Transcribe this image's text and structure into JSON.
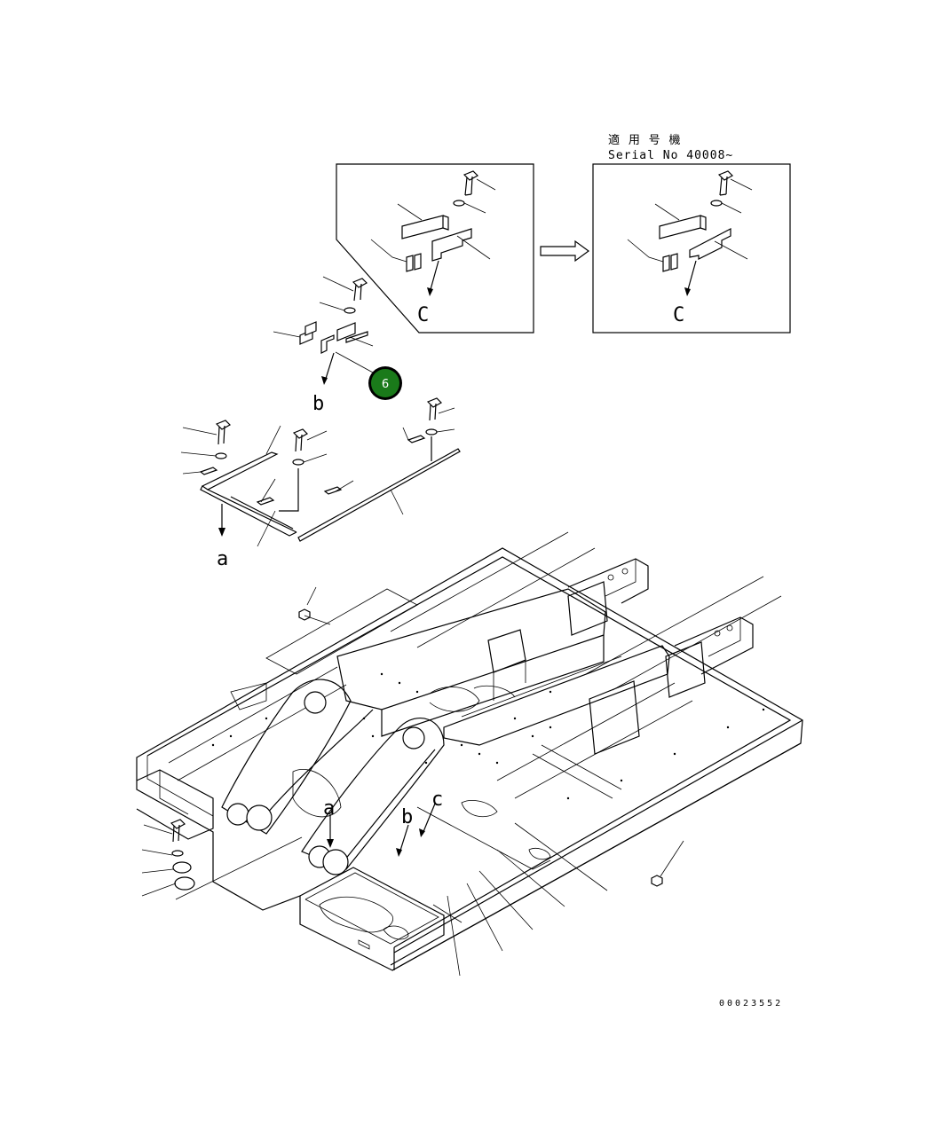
{
  "serial_note": {
    "line1": "適 用 号 機",
    "line2": "Serial No 40008~"
  },
  "detail_labels": {
    "c_left": "C",
    "c_right": "C",
    "b_top": "b",
    "a_top": "a",
    "a_frame": "a",
    "b_frame": "b",
    "c_frame": "c"
  },
  "marker": {
    "number": "6",
    "fill": "#1a7a1a"
  },
  "drawing_code": "00023552"
}
